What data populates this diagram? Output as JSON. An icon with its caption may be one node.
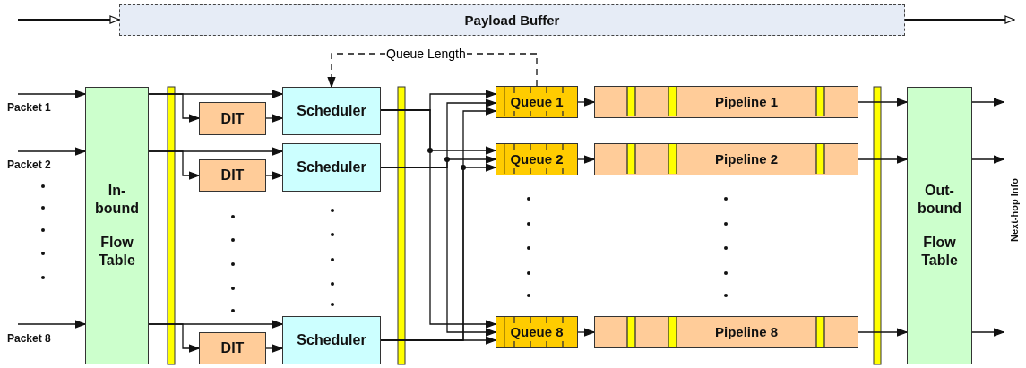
{
  "diagram": {
    "nodes": [
      {
        "text": [
          "Payload Buffer"
        ]
      },
      {
        "text": [
          "In- bound",
          "Flow Table"
        ]
      },
      {
        "text": [
          "DIT"
        ]
      },
      {
        "text": [
          "Scheduler"
        ]
      },
      {
        "text": [
          "DIT"
        ]
      },
      {
        "text": [
          "Scheduler"
        ]
      },
      {
        "text": [
          "DIT"
        ]
      },
      {
        "text": [
          "Scheduler"
        ]
      },
      {
        "text": [
          "Queue 1"
        ]
      },
      {
        "text": [
          "Pipeline 1"
        ]
      },
      {
        "text": [
          "Queue 2"
        ]
      },
      {
        "text": [
          "Pipeline 2"
        ]
      },
      {
        "text": [
          "Queue 8"
        ]
      },
      {
        "text": [
          "Pipeline 8"
        ]
      },
      {
        "text": [
          "Out- bound",
          "Flow Table"
        ]
      }
    ],
    "edges": [
      {
        "from": null,
        "to": 1,
        "arrow": "to"
      },
      {
        "from": null,
        "to": 1,
        "arrow": "to"
      },
      {
        "from": null,
        "to": 1,
        "arrow": "to"
      },
      {
        "from": 1,
        "to": 3,
        "arrow": "to"
      },
      {
        "from": 1,
        "to": 2,
        "arrow": "to"
      },
      {
        "from": 1,
        "to": 5,
        "arrow": "to"
      },
      {
        "from": 1,
        "to": 4,
        "arrow": "to"
      },
      {
        "from": 1,
        "to": 7,
        "arrow": "to"
      },
      {
        "from": 1,
        "to": 6,
        "arrow": "to"
      },
      {
        "from": 2,
        "to": 3,
        "arrow": "to"
      },
      {
        "from": 4,
        "to": 5,
        "arrow": "to"
      },
      {
        "from": 6,
        "to": 7,
        "arrow": "to"
      },
      {
        "from": 3,
        "to": 8,
        "arrow": "to"
      },
      {
        "from": 3,
        "to": 10,
        "arrow": "to"
      },
      {
        "from": 3,
        "to": 12,
        "arrow": "to"
      },
      {
        "from": 5,
        "to": 8,
        "arrow": "to"
      },
      {
        "from": 5,
        "to": 10,
        "arrow": "to"
      },
      {
        "from": 5,
        "to": 12,
        "arrow": "to"
      },
      {
        "from": 7,
        "to": 8,
        "arrow": "to"
      },
      {
        "from": 7,
        "to": 10,
        "arrow": "to"
      },
      {
        "from": 7,
        "to": 12,
        "arrow": "to"
      },
      {
        "from": 8,
        "to": 9,
        "arrow": "to"
      },
      {
        "from": 10,
        "to": 11,
        "arrow": "to"
      },
      {
        "from": 12,
        "to": 13,
        "arrow": "to"
      },
      {
        "from": 9,
        "to": 14,
        "arrow": "to"
      },
      {
        "from": 11,
        "to": 14,
        "arrow": "to"
      },
      {
        "from": 13,
        "to": 14,
        "arrow": "to"
      },
      {
        "from": 14,
        "to": null,
        "arrow": "to"
      },
      {
        "from": 14,
        "to": null,
        "arrow": "to"
      },
      {
        "from": 14,
        "to": null,
        "arrow": "to"
      },
      {
        "from": null,
        "to": 0,
        "arrow": "to"
      },
      {
        "from": 0,
        "to": null,
        "arrow": "to"
      },
      {
        "from": 8,
        "to": 3,
        "arrow": "to",
        "label": "Queue Length",
        "style": "dashed"
      }
    ],
    "labels": [
      "Packet 1",
      "Packet 2",
      "Packet 8",
      "Next-hop Info"
    ]
  }
}
